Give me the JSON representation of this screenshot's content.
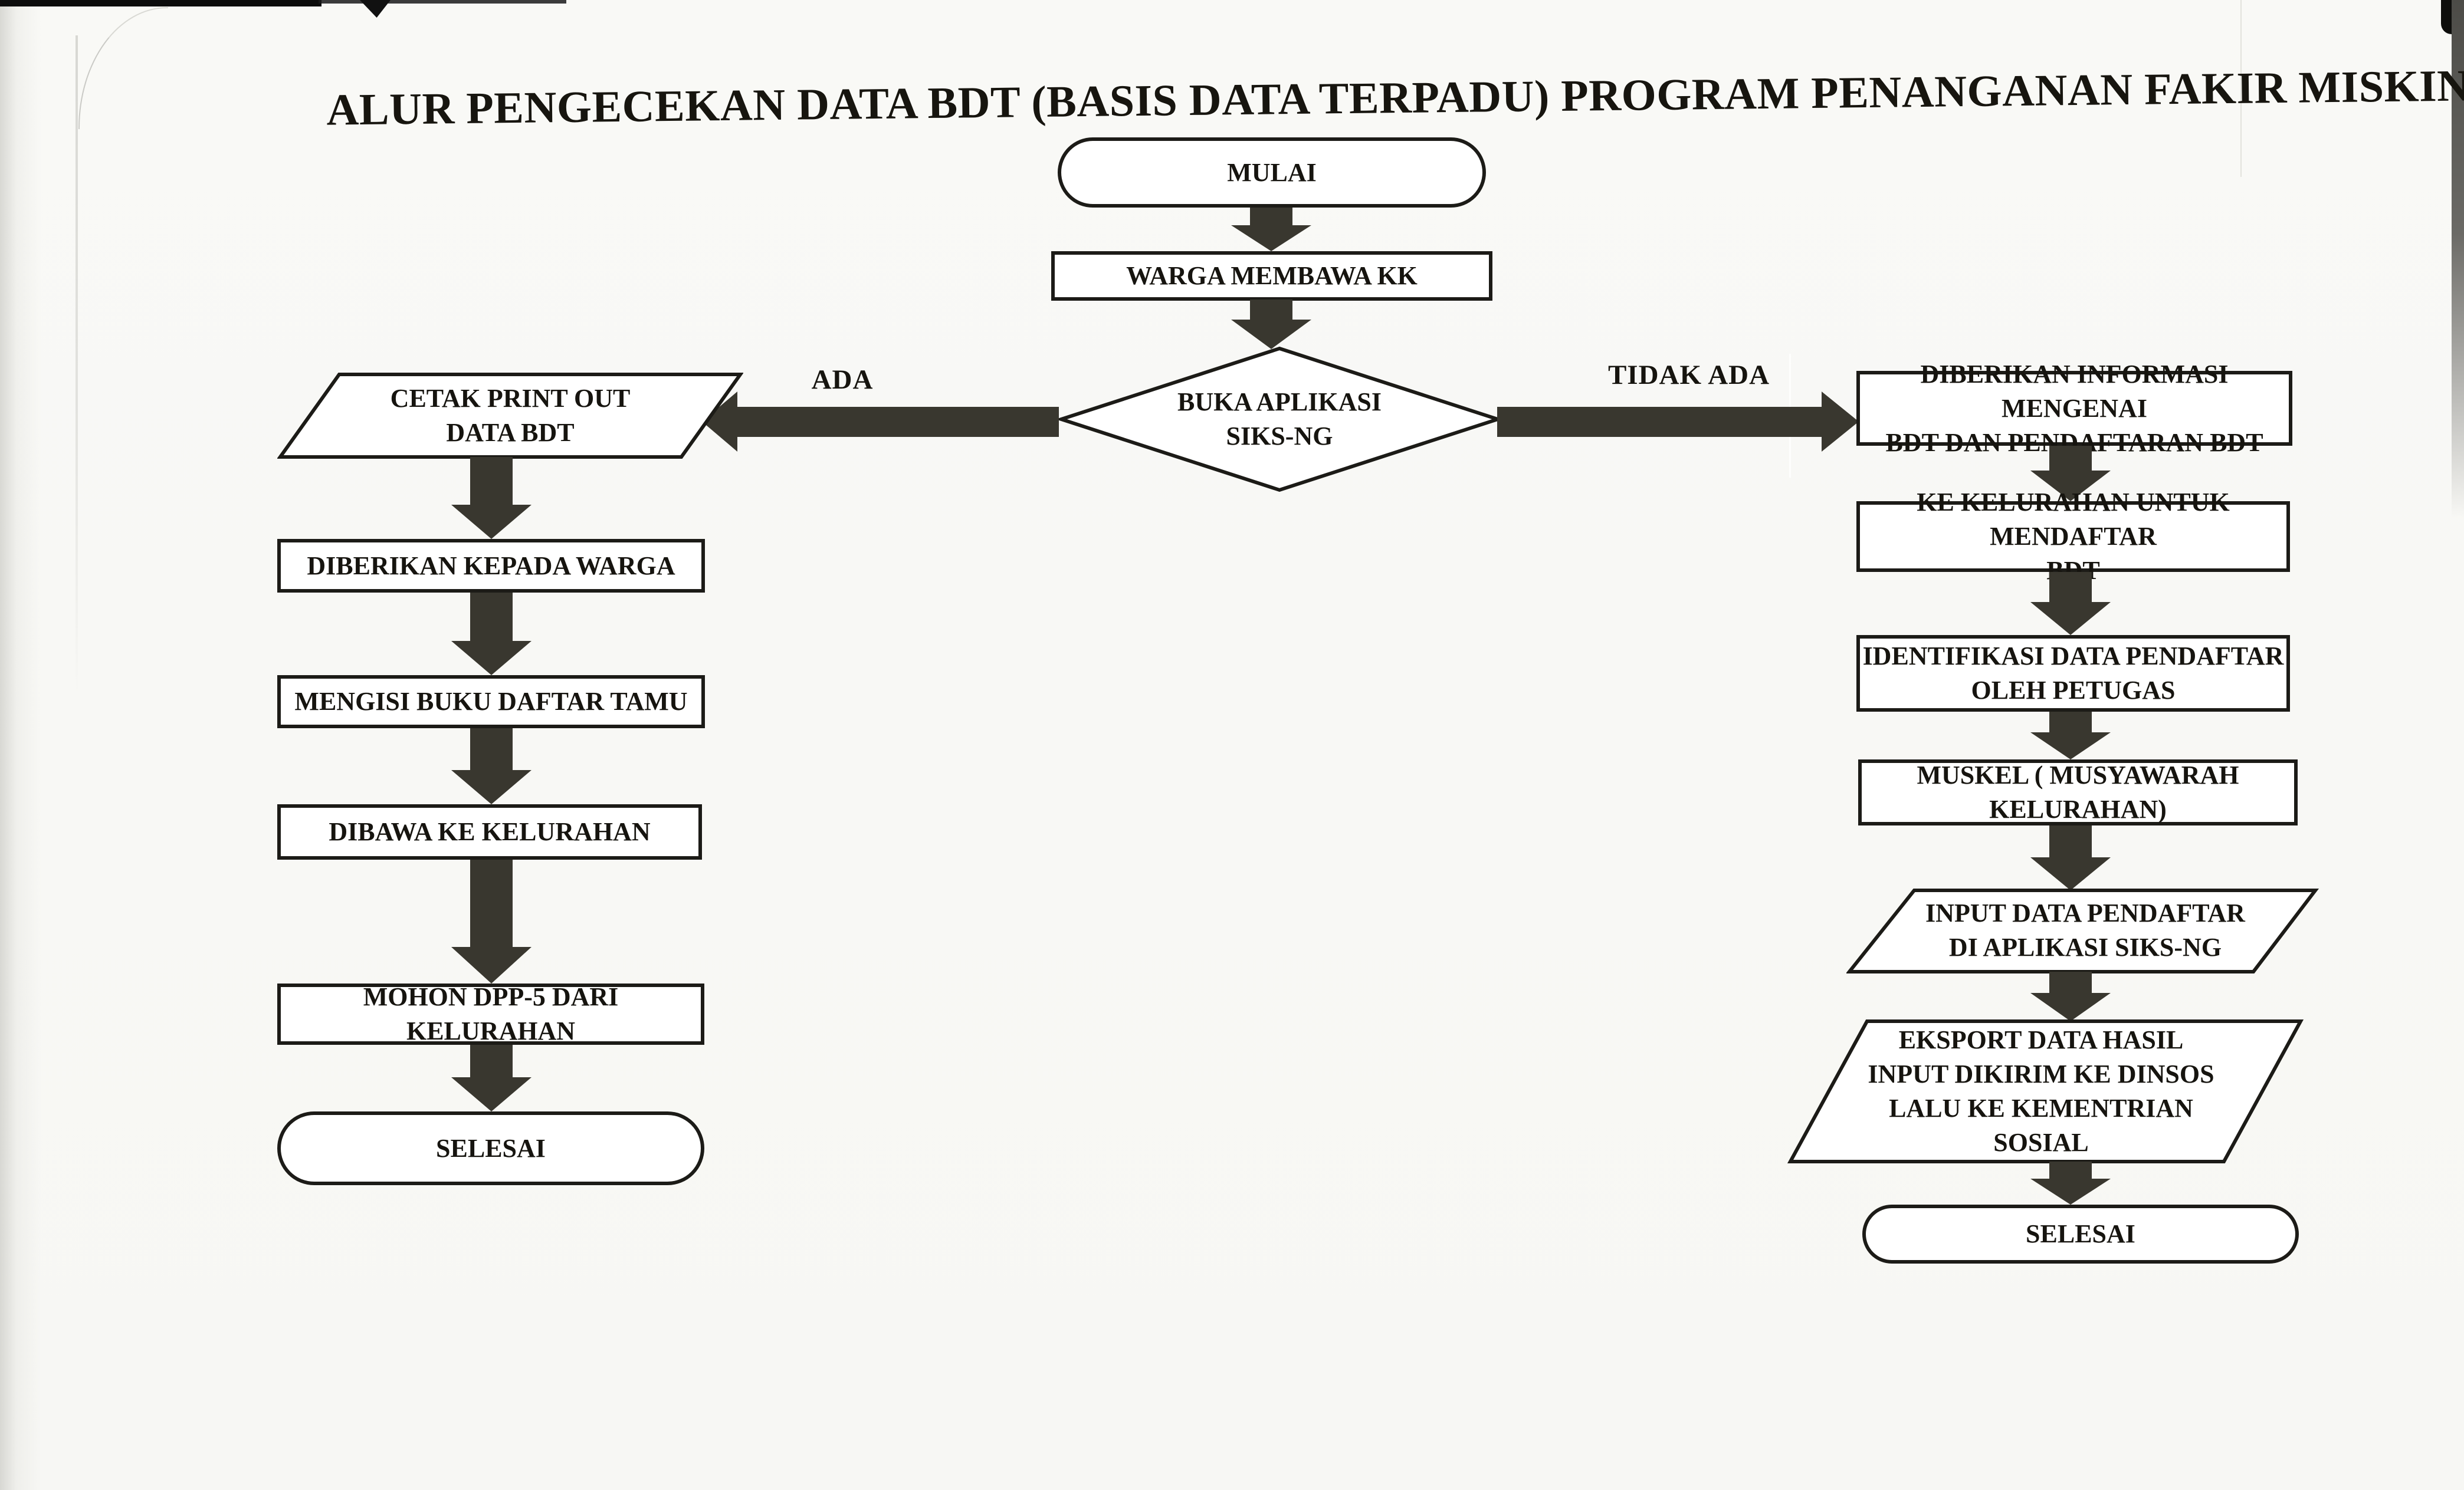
{
  "title": "ALUR PENGECEKAN DATA BDT (BASIS DATA TERPADU) PROGRAM PENANGANAN FAKIR MISKIN",
  "branch_labels": {
    "yes": "ADA",
    "no": "TIDAK ADA"
  },
  "colors": {
    "ink": "#1c1b17",
    "arrow": "#39372f",
    "paper": "#f7f7f4",
    "node_fill": "#ffffff"
  },
  "nodes": {
    "start": {
      "type": "terminator",
      "lines": [
        "MULAI"
      ]
    },
    "bring_kk": {
      "type": "process",
      "lines": [
        "WARGA MEMBAWA KK"
      ]
    },
    "decision": {
      "type": "decision",
      "lines": [
        "BUKA APLIKASI",
        "SIKS-NG"
      ]
    },
    "print_out": {
      "type": "io",
      "lines": [
        "CETAK PRINT OUT",
        "DATA BDT"
      ]
    },
    "give_to_citizen": {
      "type": "process",
      "lines": [
        "DIBERIKAN KEPADA WARGA"
      ]
    },
    "guest_book": {
      "type": "process",
      "lines": [
        "MENGISI BUKU DAFTAR TAMU"
      ]
    },
    "to_kelurahan": {
      "type": "process",
      "lines": [
        "DIBAWA KE KELURAHAN"
      ]
    },
    "dpp5": {
      "type": "process",
      "lines": [
        "MOHON DPP-5 DARI KELURAHAN"
      ]
    },
    "end_left": {
      "type": "terminator",
      "lines": [
        "SELESAI"
      ]
    },
    "info_bdt": {
      "type": "process",
      "lines": [
        "DIBERIKAN INFORMASI MENGENAI",
        "BDT DAN PENDAFTARAN BDT"
      ]
    },
    "register_bdt": {
      "type": "process",
      "lines": [
        "KE KELURAHAN UNTUK MENDAFTAR",
        "BDT"
      ]
    },
    "identify": {
      "type": "process",
      "lines": [
        "IDENTIFIKASI DATA PENDAFTAR",
        "OLEH PETUGAS"
      ]
    },
    "muskel": {
      "type": "process",
      "lines": [
        "MUSKEL ( MUSYAWARAH",
        "KELURAHAN)"
      ]
    },
    "input_siksng": {
      "type": "io",
      "lines": [
        "INPUT DATA PENDAFTAR",
        "DI APLIKASI SIKS-NG"
      ]
    },
    "export_data": {
      "type": "io",
      "lines": [
        "EKSPORT DATA HASIL",
        "INPUT DIKIRIM KE DINSOS",
        "LALU KE KEMENTRIAN",
        "SOSIAL"
      ]
    },
    "end_right": {
      "type": "terminator",
      "lines": [
        "SELESAI"
      ]
    }
  }
}
